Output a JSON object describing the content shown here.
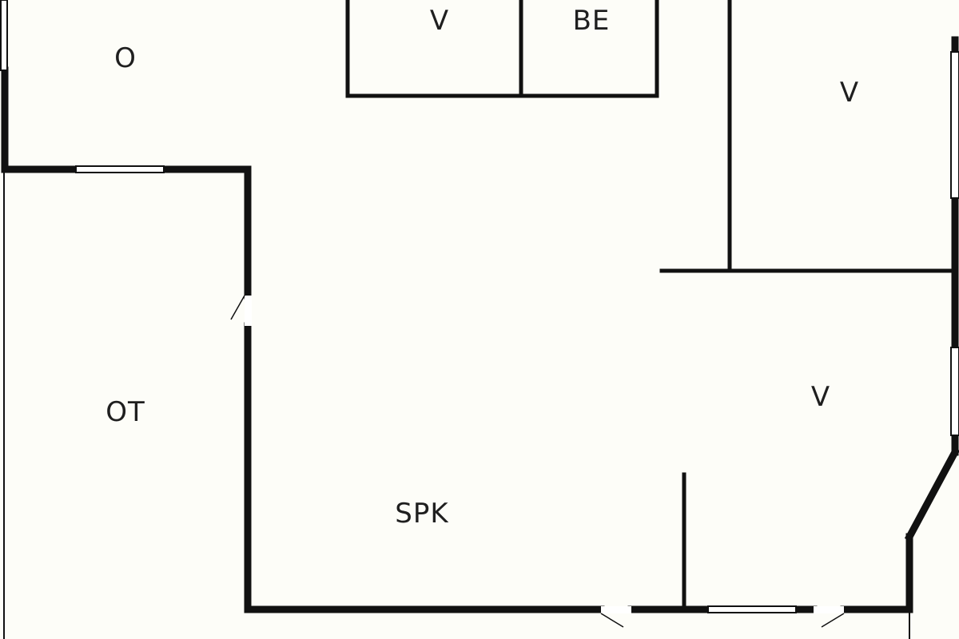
{
  "floorplan": {
    "colors": {
      "background": "#fdfdf8",
      "wall": "#111111",
      "label": "#1f1f1f"
    },
    "rooms": [
      {
        "id": "room-o",
        "label": "O"
      },
      {
        "id": "room-ot",
        "label": "OT"
      },
      {
        "id": "room-spk",
        "label": "SPK"
      },
      {
        "id": "room-v-top",
        "label": "V"
      },
      {
        "id": "room-be",
        "label": "BE"
      },
      {
        "id": "room-v-right-upper",
        "label": "V"
      },
      {
        "id": "room-v-right-lower",
        "label": "V"
      }
    ]
  }
}
